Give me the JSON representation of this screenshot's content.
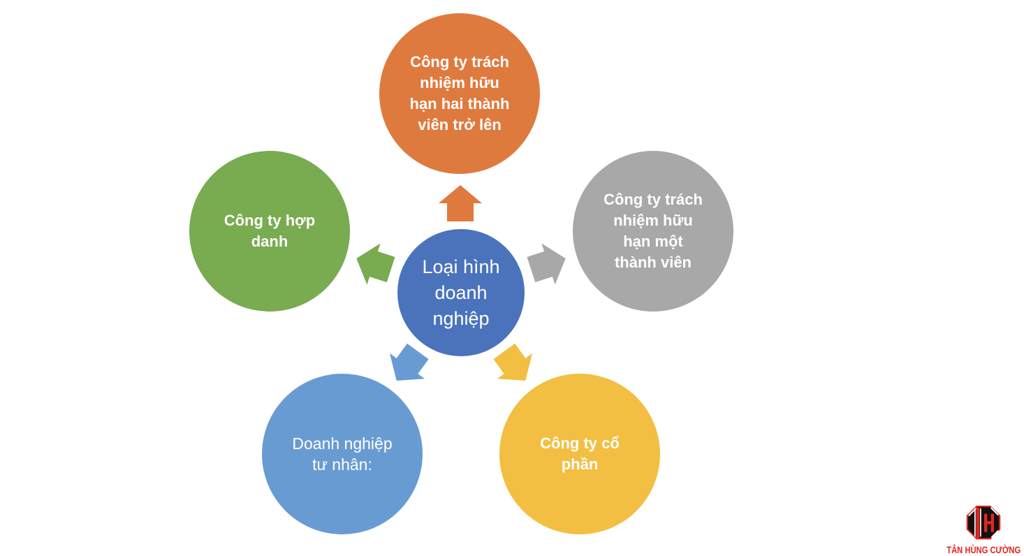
{
  "diagram": {
    "title_semantic": "Types of business entities (radial diagram)",
    "hub": {
      "label": "Loại hình\ndoanh\nnghiệp",
      "color": "#4a73bc",
      "text_color": "#ffffff"
    },
    "nodes": [
      {
        "position": "top",
        "label": "Công ty trách\nnhiệm hữu\nhạn hai thành\nviên trở lên",
        "color": "#df7a3e",
        "text_color": "#ffffff"
      },
      {
        "position": "right",
        "label": "Công ty trách\nnhiệm hữu\nhạn một\nthành viên",
        "color": "#a8a8a8",
        "text_color": "#ffffff"
      },
      {
        "position": "bottom-right",
        "label": "Công ty cổ\nphần",
        "color": "#f2bf42",
        "text_color": "#ffffff"
      },
      {
        "position": "bottom-left",
        "label": "Doanh nghiệp\ntư nhân:",
        "color": "#699bd3",
        "text_color": "#ffffff"
      },
      {
        "position": "left",
        "label": "Công ty hợp\ndanh",
        "color": "#79ab50",
        "text_color": "#ffffff"
      }
    ],
    "background_color": "#ffffff"
  },
  "logo": {
    "text": "TÂN HÙNG CƯỜNG",
    "accent_color": "#e3261f",
    "mark_color": "#111111"
  }
}
